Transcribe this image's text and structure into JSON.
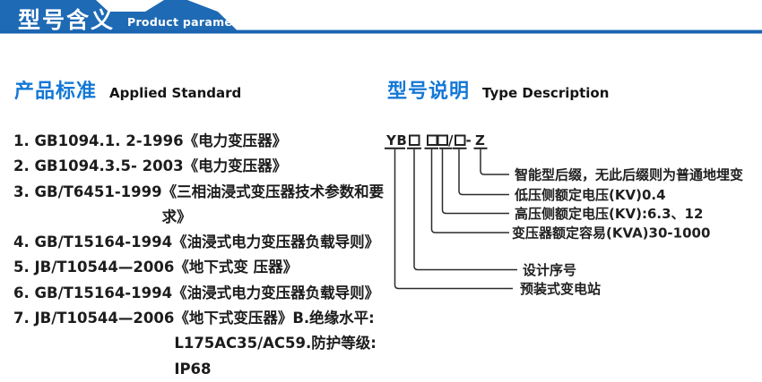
{
  "banner": {
    "title_cn": "型号含义",
    "title_en": "Product parameters",
    "color": "#1e6ab4"
  },
  "sections": {
    "standards": {
      "title_cn": "产品标准",
      "title_en": "Applied Standard",
      "items": [
        {
          "code": "1. GB1094.1. 2-1996",
          "title": "《电力变压器》"
        },
        {
          "code": "2. GB1094.3.5- 2003",
          "title": "《电力变压器》"
        },
        {
          "code": "3. GB/T6451-1999",
          "title": "《三相油浸式变压器技术参数和要求》"
        },
        {
          "code": "4. GB/T15164-1994",
          "title": "《油浸式电力变压器负载导则》"
        },
        {
          "code": "5. JB/T10544—2006",
          "title": "《地下式变 压器》"
        },
        {
          "code": "6. GB/T15164-1994",
          "title": "《油浸式电力变压器负载导则》"
        },
        {
          "code": "7. JB/T10544—2006",
          "title": "《地下式变压器》B.绝缘水平:\nL175AC35/AC59.防护等级: IP68"
        }
      ]
    },
    "model": {
      "title_cn": "型号说明",
      "title_en": "Type Description",
      "code_parts": [
        "YB",
        "□",
        "□□",
        "/",
        "□",
        "-",
        "Z"
      ],
      "labels": [
        "智能型后缀，无此后缀则为普通地埋变",
        "低压侧额定电压(KV)0.4",
        "高压侧额定电压(KV):6.3、12",
        "变压器额定容易(KVA)30-1000",
        "设计序号",
        "预装式变电站"
      ]
    }
  }
}
